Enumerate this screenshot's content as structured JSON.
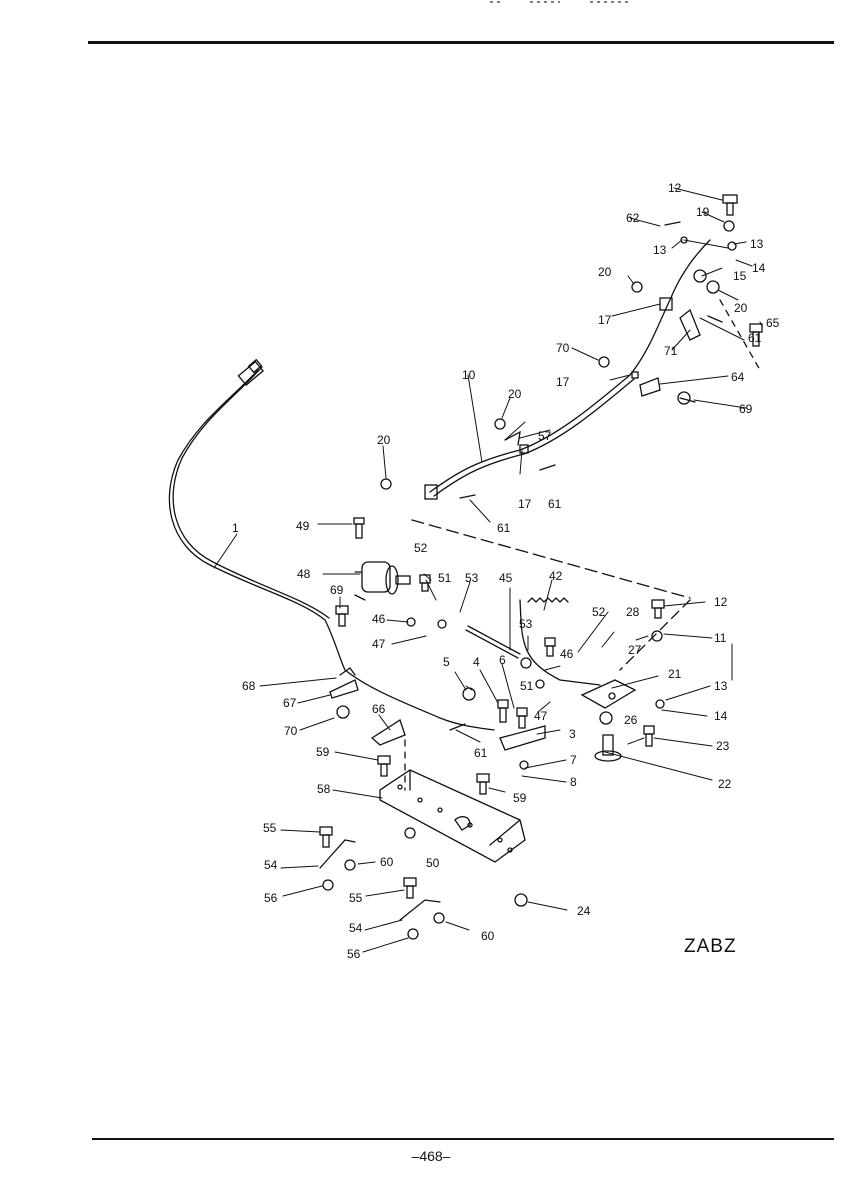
{
  "page": {
    "number": "–468–",
    "figure_code": "ZABZ"
  },
  "callouts": [
    "1",
    "3",
    "4",
    "5",
    "6",
    "7",
    "8",
    "10",
    "11",
    "12",
    "13",
    "14",
    "15",
    "17",
    "19",
    "20",
    "21",
    "22",
    "23",
    "24",
    "26",
    "27",
    "28",
    "42",
    "45",
    "46",
    "47",
    "48",
    "49",
    "50",
    "51",
    "52",
    "53",
    "54",
    "55",
    "56",
    "57",
    "58",
    "59",
    "60",
    "61",
    "62",
    "64",
    "65",
    "66",
    "67",
    "68",
    "69",
    "70",
    "71"
  ]
}
